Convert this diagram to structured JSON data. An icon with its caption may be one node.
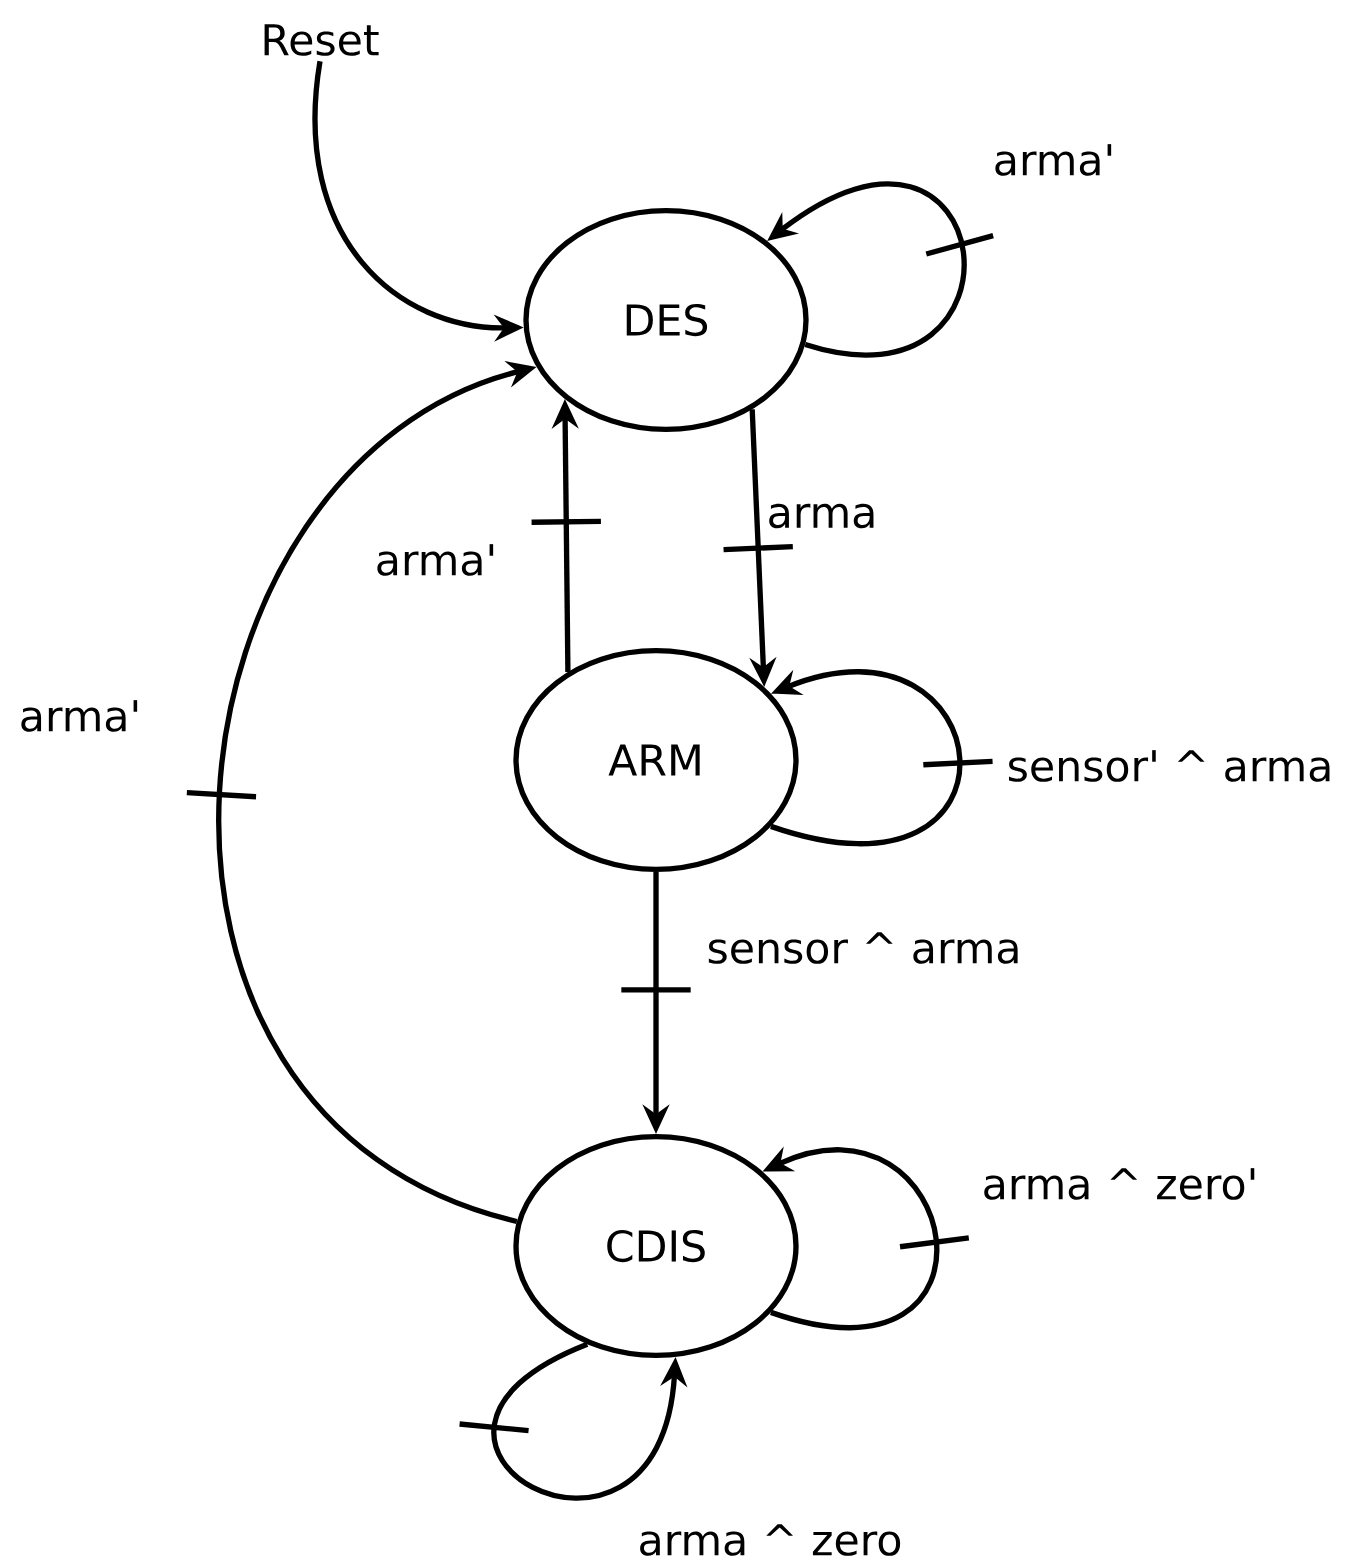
{
  "diagram": {
    "nodes": [
      {
        "text": [
          "Reset"
        ]
      },
      {
        "text": [
          "DES"
        ]
      },
      {
        "text": [
          "ARM"
        ]
      },
      {
        "text": [
          "CDIS"
        ]
      }
    ],
    "edges": [
      {
        "from": 0,
        "to": 1,
        "arrow": "to"
      },
      {
        "from": 1,
        "to": 1,
        "arrow": "to",
        "label": "arma'"
      },
      {
        "from": 1,
        "to": 2,
        "arrow": "to",
        "label": "arma"
      },
      {
        "from": 2,
        "to": 1,
        "arrow": "to",
        "label": "arma'"
      },
      {
        "from": 2,
        "to": 2,
        "arrow": "to",
        "label": "sensor' ^ arma"
      },
      {
        "from": 2,
        "to": 3,
        "arrow": "to",
        "label": "sensor ^ arma"
      },
      {
        "from": 3,
        "to": 1,
        "arrow": "to",
        "label": "arma'"
      },
      {
        "from": 3,
        "to": 3,
        "arrow": "to",
        "label": "arma ^ zero'"
      },
      {
        "from": 3,
        "to": 3,
        "arrow": "to",
        "label": "arma ^ zero"
      }
    ]
  }
}
